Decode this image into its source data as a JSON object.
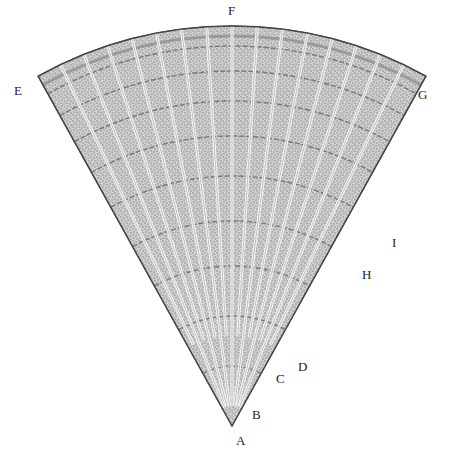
{
  "diagram": {
    "labels": [
      "F",
      "E",
      "G",
      "I",
      "H",
      "D",
      "C",
      "B",
      "A"
    ]
  }
}
